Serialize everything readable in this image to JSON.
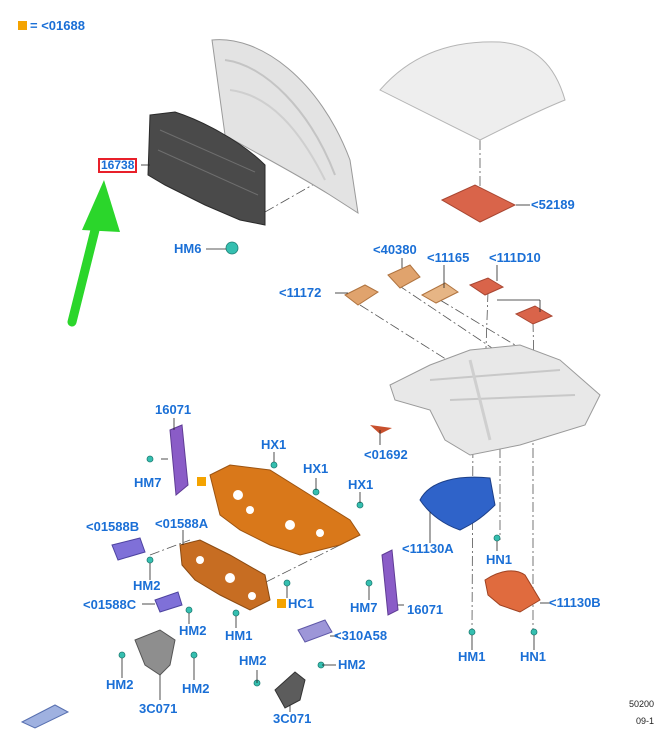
{
  "legend": {
    "marker": "orange-square",
    "text": "= <01688"
  },
  "callouts": {
    "c16738": "16738",
    "hm6": "HM6",
    "c52189": "<52189",
    "c40380": "<40380",
    "c11165": "<11165",
    "c111d10": "<111D10",
    "c11172": "<11172",
    "c01692": "<01692",
    "c16071_a": "16071",
    "hm7_a": "HM7",
    "hx1_a": "HX1",
    "hx1_b": "HX1",
    "hx1_c": "HX1",
    "c01588b": "<01588B",
    "c01588a": "<01588A",
    "hm2_a": "HM2",
    "c01588c": "<01588C",
    "hm2_b": "HM2",
    "hm1_a": "HM1",
    "hc1": "HC1",
    "hm7_b": "HM7",
    "c16071_b": "16071",
    "c310a58": "<310A58",
    "hm2_c": "HM2",
    "hm2_d": "HM2",
    "hm2_e": "HM2",
    "hm2_f": "HM2",
    "c3c071_a": "3C071",
    "c3c071_b": "3C071",
    "c11130a": "<11130A",
    "hn1_a": "HN1",
    "c11130b": "<11130B",
    "hm1_b": "HM1",
    "hn1_b": "HN1"
  },
  "reference": {
    "line1": "50200",
    "line2": "09-1"
  },
  "colors": {
    "label": "#1a6fd6",
    "highlight_box": "#e8202a",
    "arrow": "#2bd62b",
    "legend_marker": "#f4a300",
    "dash_orange": "#d9781a",
    "pad_red": "#d9644a",
    "insulator_blue": "#2f63c9",
    "bracket_purple": "#8a5cc7"
  }
}
